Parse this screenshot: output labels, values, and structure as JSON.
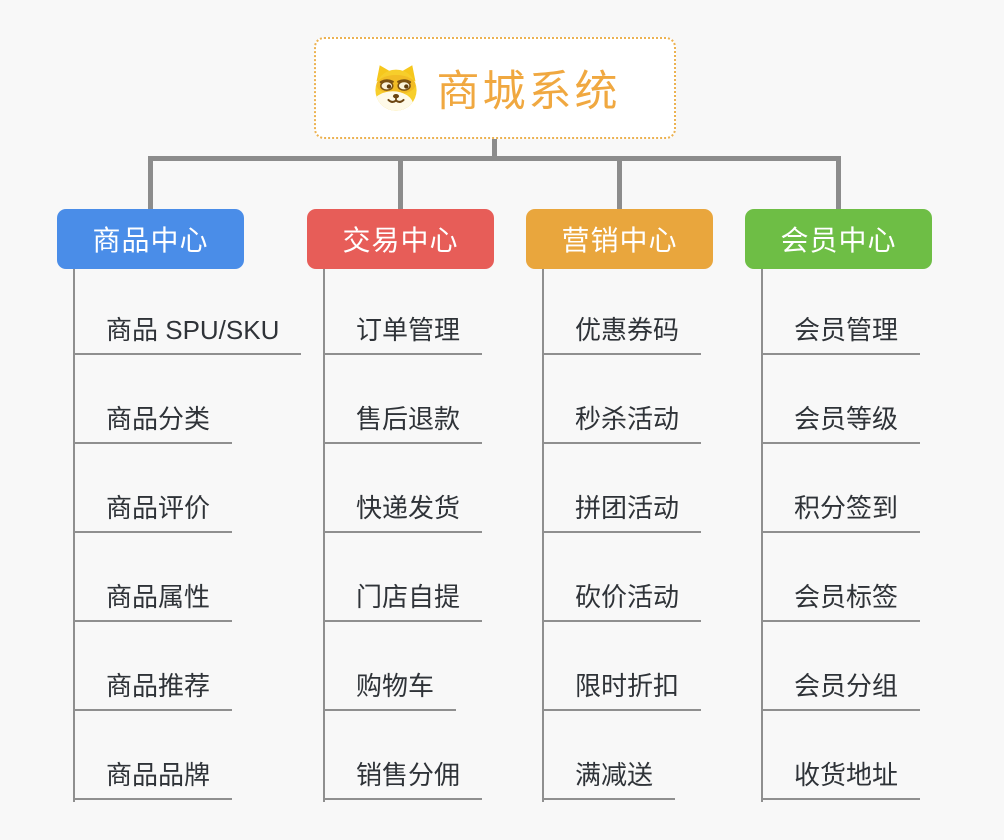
{
  "root": {
    "title": "商城系统",
    "icon": "doge-icon"
  },
  "branches": [
    {
      "label": "商品中心",
      "color": "#4A8DE8",
      "children": [
        "商品 SPU/SKU",
        "商品分类",
        "商品评价",
        "商品属性",
        "商品推荐",
        "商品品牌"
      ]
    },
    {
      "label": "交易中心",
      "color": "#E75D58",
      "children": [
        "订单管理",
        "售后退款",
        "快递发货",
        "门店自提",
        "购物车",
        "销售分佣"
      ]
    },
    {
      "label": "营销中心",
      "color": "#E9A63D",
      "children": [
        "优惠券码",
        "秒杀活动",
        "拼团活动",
        "砍价活动",
        "限时折扣",
        "满减送"
      ]
    },
    {
      "label": "会员中心",
      "color": "#6EBE45",
      "children": [
        "会员管理",
        "会员等级",
        "积分签到",
        "会员标签",
        "会员分组",
        "收货地址"
      ]
    }
  ],
  "palette": {
    "background": "#F8F8F8",
    "connector_line": "#8C8C8C",
    "root_border": "#ECB252",
    "root_text": "#F0A840",
    "child_text": "#2F3338",
    "child_underline": "#8F8F8F"
  }
}
